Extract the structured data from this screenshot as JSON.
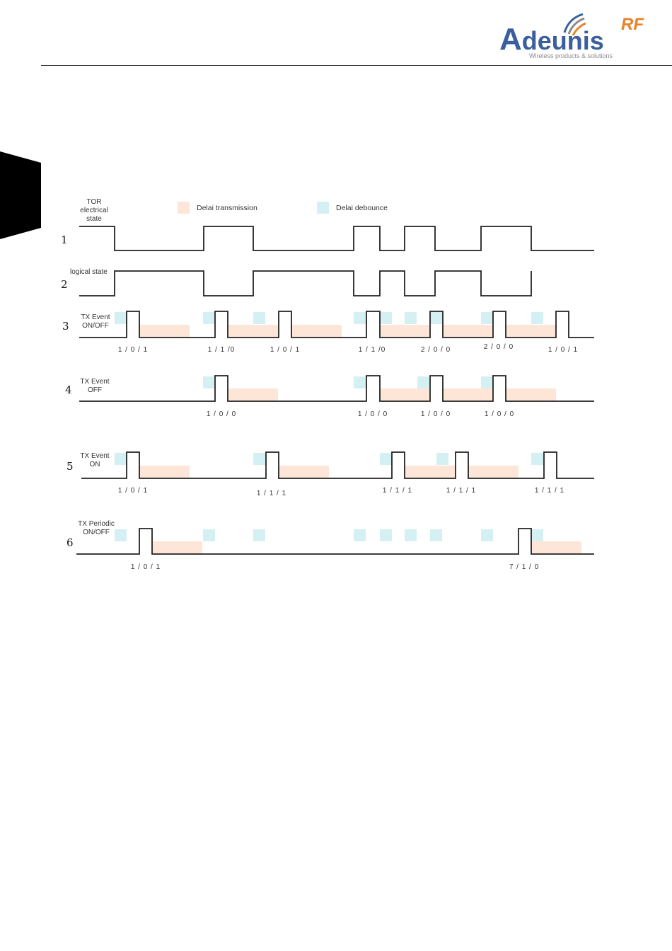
{
  "brand": {
    "name_prefix": "A",
    "name_rest": "deunis",
    "rf": "RF",
    "tagline": "Wireless products & solutions",
    "colors": {
      "blue": "#3a5f9c",
      "orange": "#e8832a",
      "gray": "#8a8a8a"
    }
  },
  "legend": {
    "transmission": {
      "label": "Delai transmission",
      "color": "#fde6d8"
    },
    "debounce": {
      "label": "Delai debounce",
      "color": "#d5f0f2"
    }
  },
  "rows": [
    {
      "id": 1,
      "number": "1",
      "label": [
        "TOR",
        "electrical",
        "state"
      ]
    },
    {
      "id": 2,
      "number": "2",
      "label": [
        "logical state"
      ]
    },
    {
      "id": 3,
      "number": "3",
      "label": [
        "TX Event",
        "ON/OFF"
      ],
      "counters": [
        "1 / 0 / 1",
        "1 / 1 /0",
        "1 / 0 / 1",
        "1 / 1 /0",
        "2 / 0 / 0",
        "2 / 0 / 0",
        "1 / 0 / 1"
      ]
    },
    {
      "id": 4,
      "number": "4",
      "label": [
        "TX Event",
        "OFF"
      ],
      "counters": [
        "1 / 0 / 0",
        "1 / 0 / 0",
        "1 / 0 / 0",
        "1 / 0 / 0"
      ]
    },
    {
      "id": 5,
      "number": "5",
      "label": [
        "TX Event",
        "ON"
      ],
      "counters": [
        "1 / 0 / 1",
        "1 / 1 / 1",
        "1 / 1 / 1",
        "1 / 1 / 1",
        "1 / 1 / 1"
      ]
    },
    {
      "id": 6,
      "number": "6",
      "label": [
        "TX Periodic",
        "ON/OFF"
      ],
      "counters": [
        "1 / 0 / 1",
        "7 / 1 / 0"
      ]
    }
  ]
}
